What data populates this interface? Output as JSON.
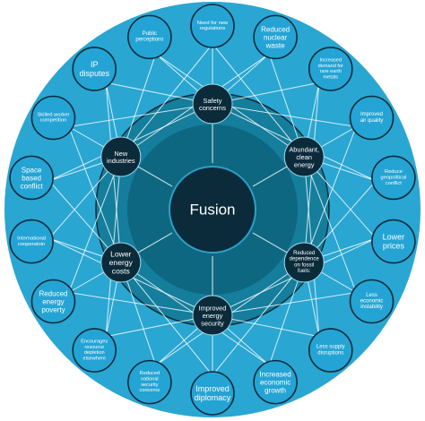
{
  "colors": {
    "outer_ring": "#2aa6d2",
    "middle_ring": "#147e9c",
    "inner_ring": "#0d6781",
    "dark_node": "#0c2b3a",
    "outer_node": "#24a4d4",
    "node_stroke": "#ffffff",
    "ring_line": "#0c2b3a",
    "text_light": "#ffffff"
  },
  "center": {
    "label": "Fusion"
  },
  "primary_nodes": [
    {
      "id": "safety",
      "lines": [
        "Safety",
        "concerns"
      ]
    },
    {
      "id": "abundant",
      "lines": [
        "Abundant,",
        "clean",
        "energy"
      ]
    },
    {
      "id": "reduced-dependence",
      "lines": [
        "Reduced",
        "dependence",
        "on fossil",
        "fuels:"
      ]
    },
    {
      "id": "improved-security",
      "lines": [
        "Improved",
        "energy",
        "security"
      ]
    },
    {
      "id": "lower-costs",
      "lines": [
        "Lower",
        "energy",
        "costs"
      ]
    },
    {
      "id": "new-industries",
      "lines": [
        "New",
        "industries"
      ]
    }
  ],
  "outer_nodes": [
    {
      "id": "need-regulations",
      "lines": [
        "Need for new",
        "regulations"
      ]
    },
    {
      "id": "reduced-nuclear-waste",
      "lines": [
        "Reduced",
        "nuclear",
        "waste"
      ]
    },
    {
      "id": "rare-earth",
      "lines": [
        "Increased",
        "demand for",
        "rare earth",
        "metals"
      ]
    },
    {
      "id": "air-quality",
      "lines": [
        "Improved",
        "air quality"
      ]
    },
    {
      "id": "geopolitical",
      "lines": [
        "Reduce",
        "geopolitical",
        "conflict"
      ]
    },
    {
      "id": "lower-prices",
      "lines": [
        "Lower",
        "prices"
      ]
    },
    {
      "id": "economic-instability",
      "lines": [
        "Less",
        "economic",
        "instability"
      ]
    },
    {
      "id": "supply-disruptions",
      "lines": [
        "Less supply",
        "disruptions"
      ]
    },
    {
      "id": "economic-growth",
      "lines": [
        "Increased",
        "economic",
        "growth"
      ]
    },
    {
      "id": "improved-diplomacy",
      "lines": [
        "Improved",
        "diplomacy"
      ]
    },
    {
      "id": "security-concerns",
      "lines": [
        "Reduced",
        "national",
        "security",
        "concerns"
      ]
    },
    {
      "id": "resource-depletion",
      "lines": [
        "Encourages",
        "resource",
        "depletion",
        "elsewhere"
      ]
    },
    {
      "id": "energy-poverty",
      "lines": [
        "Reduced",
        "energy",
        "poverty"
      ]
    },
    {
      "id": "intl-cooperation",
      "lines": [
        "International",
        "cooperatoin"
      ]
    },
    {
      "id": "space-conflict",
      "lines": [
        "Space",
        "based",
        "conflict"
      ]
    },
    {
      "id": "skilled-worker",
      "lines": [
        "Skilled worker",
        "competition"
      ]
    },
    {
      "id": "ip-disputes",
      "lines": [
        "IP",
        "disputes"
      ]
    },
    {
      "id": "public-perceptions",
      "lines": [
        "Public",
        "perceptions"
      ]
    }
  ]
}
